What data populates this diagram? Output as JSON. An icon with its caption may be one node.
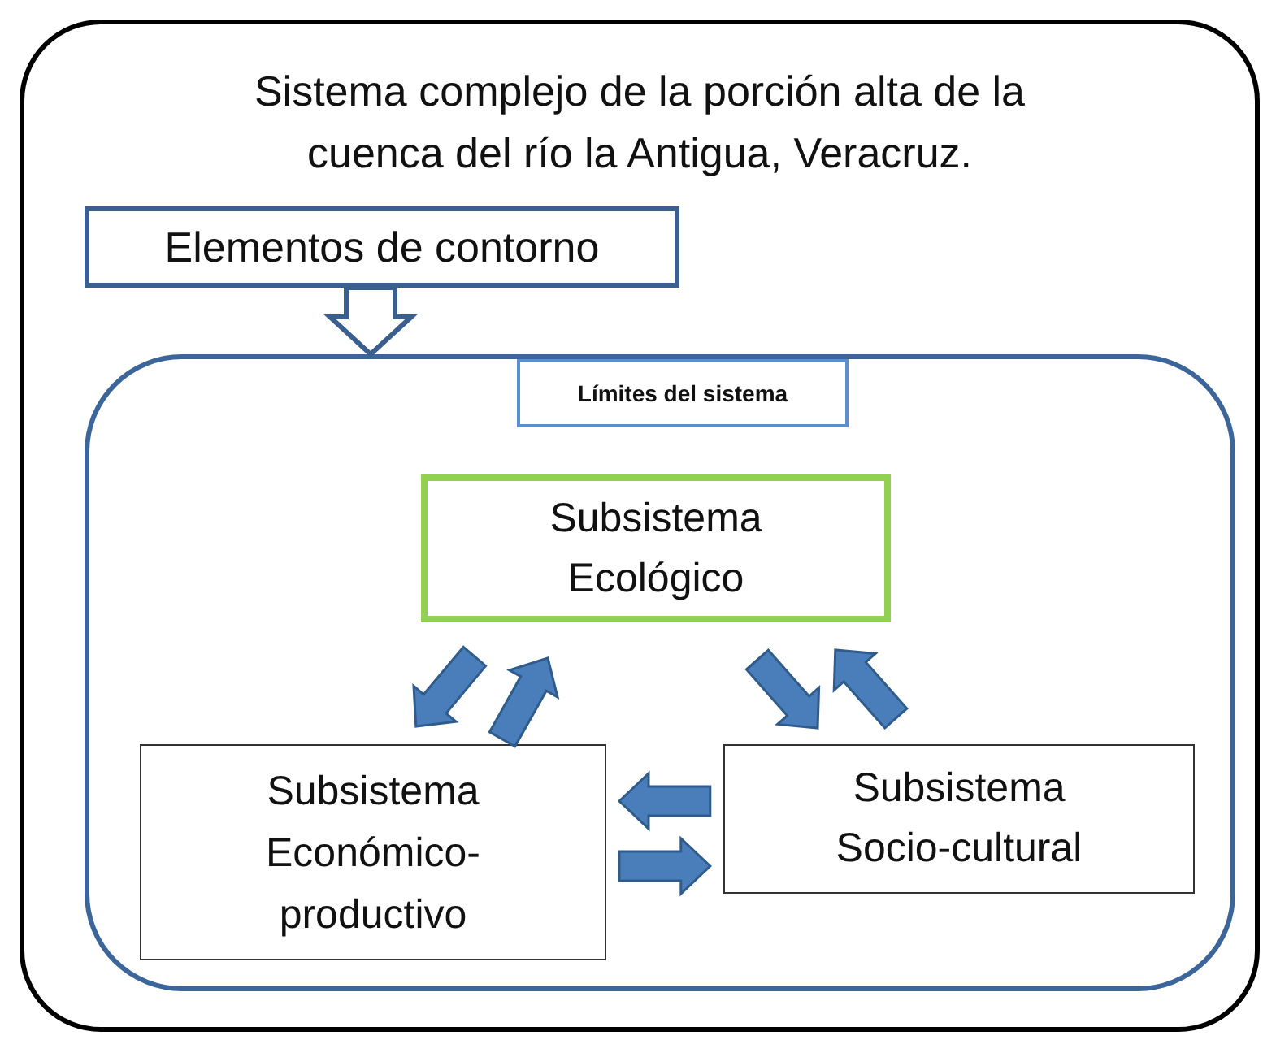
{
  "diagram": {
    "nodes": [
      {
        "text": [
          "Sistema complejo de la porción alta de la cuenca del río la Antigua, Veracruz."
        ]
      },
      {
        "text": [
          "Elementos de contorno"
        ],
        "in": 0
      },
      {
        "text": [],
        "shape": "box",
        "in": 0
      },
      {
        "text": [
          "Límites del sistema"
        ],
        "in": 2
      },
      {
        "text": [
          "Subsistema Ecológico"
        ],
        "in": 2
      },
      {
        "text": [
          "Subsistema Económico-productivo"
        ],
        "in": 2
      },
      {
        "text": [
          "Subsistema Socio-cultural"
        ],
        "in": 2
      }
    ],
    "edges": [
      {
        "from": 1,
        "to": 2,
        "arrow": "to"
      },
      {
        "from": 4,
        "to": 5,
        "arrow": "to"
      },
      {
        "from": 5,
        "to": 4,
        "arrow": "to"
      },
      {
        "from": 4,
        "to": 6,
        "arrow": "to"
      },
      {
        "from": 6,
        "to": 4,
        "arrow": "to"
      },
      {
        "from": 6,
        "to": 5,
        "arrow": "to"
      },
      {
        "from": 5,
        "to": 6,
        "arrow": "to"
      }
    ]
  }
}
